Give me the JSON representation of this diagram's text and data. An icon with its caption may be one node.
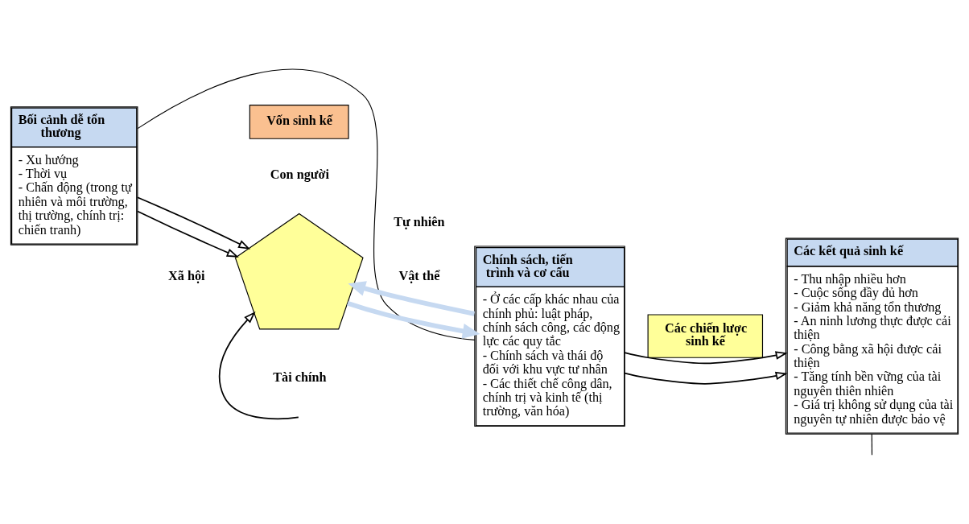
{
  "diagram": {
    "nodes": [
      {
        "text": [
          "Bối cảnh dễ tổn thương",
          "- Xu hướng",
          "- Thời vụ",
          "- Chấn động (trong tự nhiên và môi trường, thị trường, chính trị: chiến tranh)"
        ]
      },
      {
        "text": [
          "Vốn sinh kế"
        ]
      },
      {
        "text": [],
        "shape": "pentagon",
        "beside": [
          "Con người",
          "Xã hội",
          "Tự nhiên",
          "Vật thể",
          "Tài chính"
        ]
      },
      {
        "text": [
          "Chính sách, tiến trình và cơ cấu",
          "- Ở các cấp khác nhau của chính phủ: luật pháp, chính sách công, các động lực các quy tắc",
          "- Chính sách và thái độ đối với khu vực tư nhân",
          "- Các thiết chế công dân, chính trị và kinh tế (thị trường, văn hóa)"
        ]
      },
      {
        "text": [
          "Các chiến lược sinh kế"
        ]
      },
      {
        "text": [
          "Các kết quả sinh kế",
          "- Thu nhập nhiều hơn",
          "- Cuộc sống đầy đủ hơn",
          "- Giảm khả năng tổn thương",
          "- An ninh lương thực được cải thiện",
          "- Công bằng xã hội được cải thiện",
          "- Tăng tính bền vững của tài nguyên thiên nhiên",
          "- Giá trị không sử dụng của tài nguyên tự nhiên được bảo vệ"
        ]
      }
    ],
    "edges": [
      {
        "from": 0,
        "to": 3,
        "arrow": "none"
      },
      {
        "from": 0,
        "to": 2,
        "arrow": "to"
      },
      {
        "from": 0,
        "to": 2,
        "arrow": "to"
      },
      {
        "from": 2,
        "to": 3,
        "arrow": "to",
        "style": "thick",
        "color": "#c6d9f1"
      },
      {
        "from": 3,
        "to": 2,
        "arrow": "to",
        "style": "thick",
        "color": "#c6d9f1"
      },
      {
        "from": 3,
        "to": 5,
        "arrow": "to"
      },
      {
        "from": 3,
        "to": 5,
        "arrow": "to"
      },
      {
        "from": null,
        "to": 2,
        "arrow": "to"
      },
      {
        "from": 5,
        "to": null,
        "arrow": "none"
      }
    ]
  }
}
